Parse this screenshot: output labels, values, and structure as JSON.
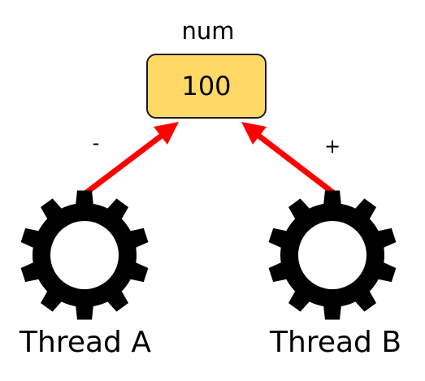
{
  "variable": {
    "name": "num",
    "value": "100",
    "fill_color": "#ffd966"
  },
  "threads": [
    {
      "label": "Thread A",
      "operation": "-",
      "icon": "gear-icon"
    },
    {
      "label": "Thread B",
      "operation": "+",
      "icon": "gear-icon"
    }
  ],
  "arrow_color": "#ff0000",
  "gear_color": "#000000"
}
